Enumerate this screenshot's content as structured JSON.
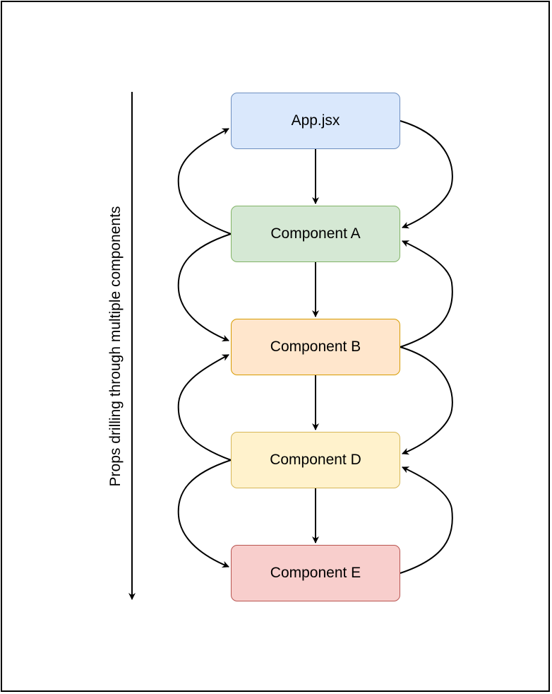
{
  "diagram": {
    "side_label": "Props drilling through multiple components",
    "nodes": [
      {
        "id": "app",
        "label": "App.jsx",
        "fill": "#dae8fc",
        "stroke": "#6c8ebf"
      },
      {
        "id": "a",
        "label": "Component A",
        "fill": "#d5e8d4",
        "stroke": "#82b366"
      },
      {
        "id": "b",
        "label": "Component B",
        "fill": "#ffe6cc",
        "stroke": "#d79b00"
      },
      {
        "id": "d",
        "label": "Component D",
        "fill": "#fff2cc",
        "stroke": "#d6b656"
      },
      {
        "id": "e",
        "label": "Component E",
        "fill": "#f8cecc",
        "stroke": "#b85450"
      }
    ],
    "edges": [
      {
        "from": "app",
        "to": "a",
        "kind": "straight"
      },
      {
        "from": "a",
        "to": "b",
        "kind": "straight"
      },
      {
        "from": "b",
        "to": "d",
        "kind": "straight"
      },
      {
        "from": "d",
        "to": "e",
        "kind": "straight"
      },
      {
        "from": "app",
        "to": "a",
        "kind": "curve-right"
      },
      {
        "from": "a",
        "to": "app",
        "kind": "curve-left"
      },
      {
        "from": "a",
        "to": "b",
        "kind": "curve-left"
      },
      {
        "from": "b",
        "to": "a",
        "kind": "curve-right"
      },
      {
        "from": "b",
        "to": "d",
        "kind": "curve-right"
      },
      {
        "from": "d",
        "to": "b",
        "kind": "curve-left"
      },
      {
        "from": "d",
        "to": "e",
        "kind": "curve-left"
      },
      {
        "from": "e",
        "to": "d",
        "kind": "curve-right"
      }
    ]
  }
}
